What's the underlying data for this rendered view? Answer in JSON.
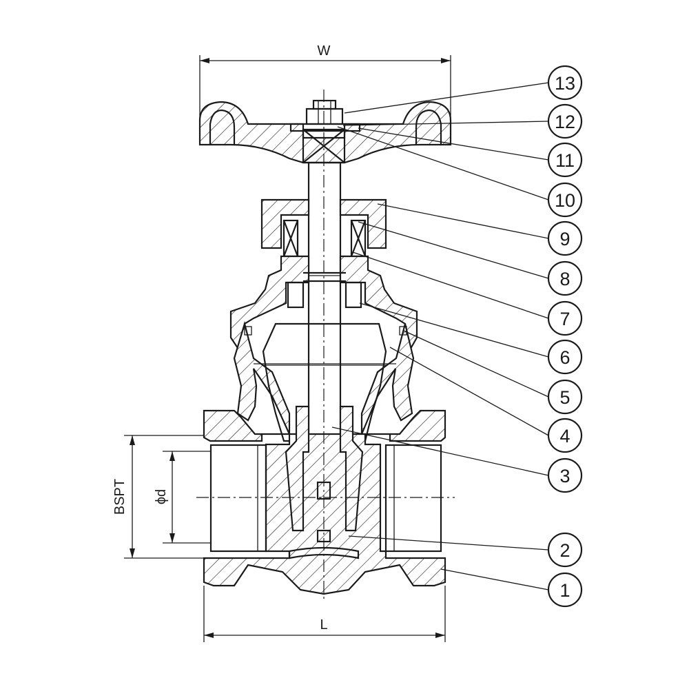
{
  "dimensions": {
    "width_label": "W",
    "length_label": "L",
    "thread_label": "BSPT",
    "bore_label": "ϕd"
  },
  "callouts": [
    {
      "num": "13"
    },
    {
      "num": "12"
    },
    {
      "num": "11"
    },
    {
      "num": "10"
    },
    {
      "num": "9"
    },
    {
      "num": "8"
    },
    {
      "num": "7"
    },
    {
      "num": "6"
    },
    {
      "num": "5"
    },
    {
      "num": "4"
    },
    {
      "num": "3"
    },
    {
      "num": "2"
    },
    {
      "num": "1"
    }
  ],
  "colors": {
    "line": "#1a1a1a",
    "background": "#ffffff"
  }
}
